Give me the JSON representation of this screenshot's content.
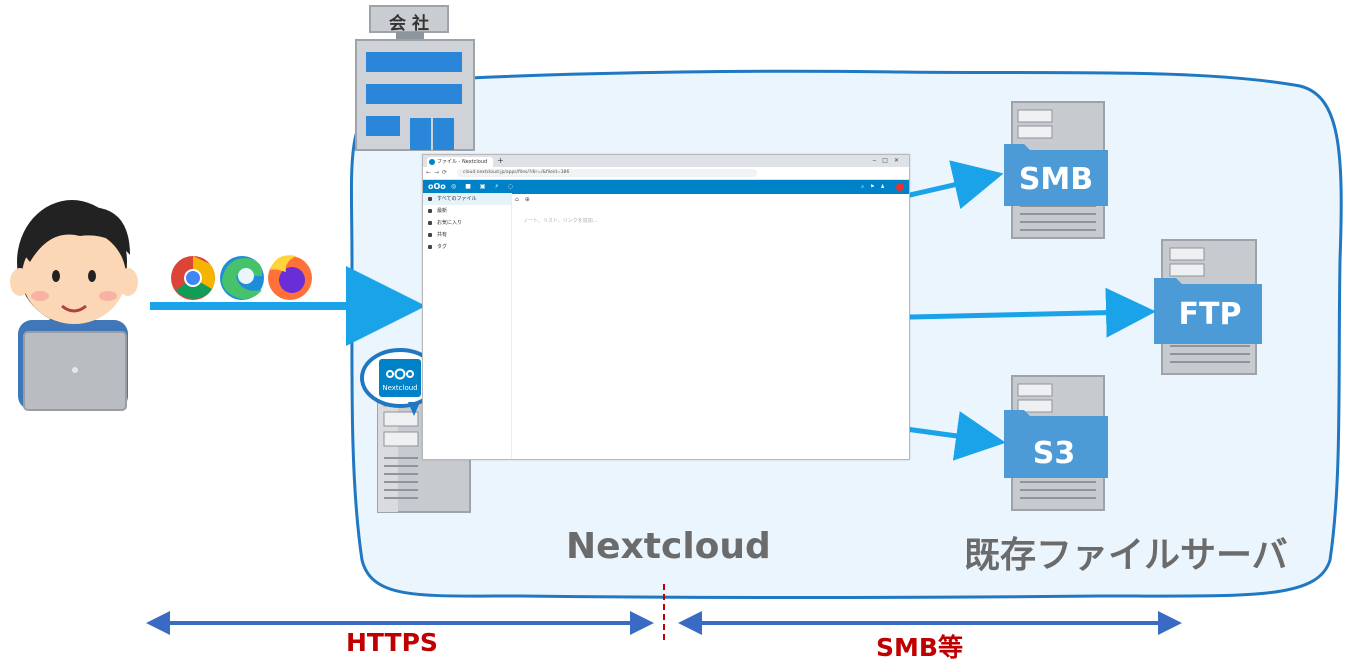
{
  "building_sign": "会 社",
  "browser": {
    "tab_title": "ファイル - Nextcloud",
    "url": "cloud.nextcloud.jp/apps/files/?dir=/&fileid=386",
    "sidebar_items": [
      "すべてのファイル",
      "最新",
      "お気に入り",
      "共有",
      "タグ"
    ],
    "placeholder": "ノート、リスト、リンクを追加…"
  },
  "nextcloud_badge": "Nextcloud",
  "servers": [
    "SMB",
    "FTP",
    "S3"
  ],
  "labels": {
    "nextcloud": "Nextcloud",
    "file_servers": "既存ファイルサーバ",
    "https": "HTTPS",
    "smb": "SMB等"
  },
  "colors": {
    "cloud_fill": "#eaf5fd",
    "cloud_stroke": "#1f78c1",
    "arrow_blue": "#1aa3e8",
    "arrow_dark": "#3a6bc4",
    "server_folder": "#4d9bd6",
    "label_gray": "#6b6b6b",
    "label_red": "#c00000",
    "nextcloud_blue": "#0082c9"
  }
}
